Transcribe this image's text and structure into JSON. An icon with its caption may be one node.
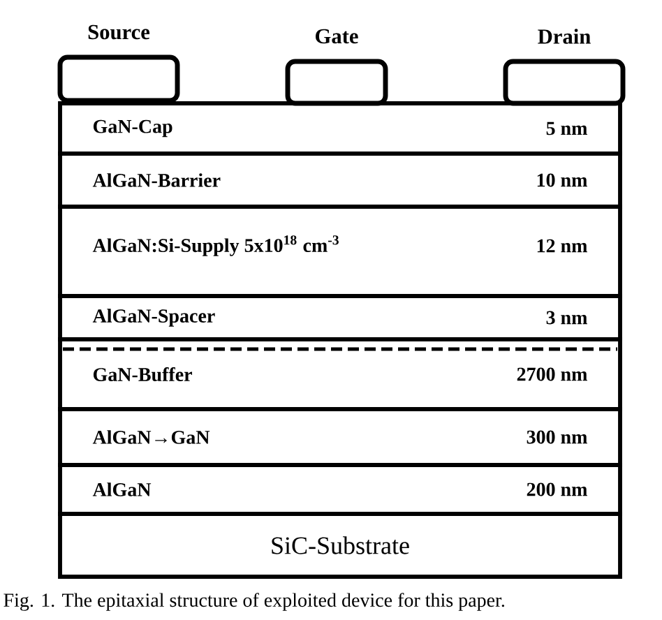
{
  "diagram": {
    "caption": "Fig. 1.   The epitaxial structure of exploited device for this paper.",
    "nodes": [
      {
        "text": [
          "Source"
        ]
      },
      {
        "text": [
          "Gate"
        ]
      },
      {
        "text": [
          "Drain"
        ]
      },
      {
        "text": [
          "GaN-Cap",
          "5 nm"
        ]
      },
      {
        "text": [
          "AlGaN-Barrier",
          "10 nm"
        ]
      },
      {
        "text": [
          "AlGaN:Si-Supply 5x10$^{18}$ cm$^{-3}$",
          "12 nm"
        ]
      },
      {
        "text": [
          "AlGaN-Spacer",
          "3 nm"
        ]
      },
      {
        "text": [
          "GaN-Buffer",
          "2700 nm"
        ]
      },
      {
        "text": [
          "AlGaN→GaN",
          "300 nm"
        ]
      },
      {
        "text": [
          "AlGaN",
          "200 nm"
        ]
      },
      {
        "text": [
          "SiC-Substrate"
        ]
      }
    ]
  }
}
